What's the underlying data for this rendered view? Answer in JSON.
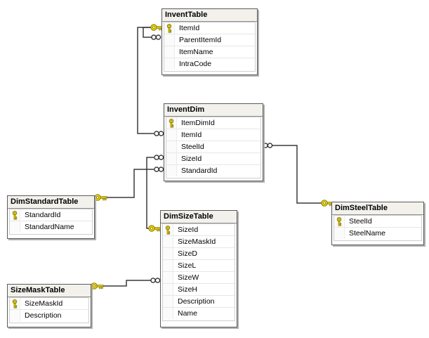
{
  "diagram": {
    "tables": [
      {
        "name": "InventTable",
        "fields": [
          {
            "name": "ItemId",
            "is_primary_key": true
          },
          {
            "name": "ParentItemId",
            "is_primary_key": false
          },
          {
            "name": "ItemName",
            "is_primary_key": false
          },
          {
            "name": "IntraCode",
            "is_primary_key": false
          }
        ]
      },
      {
        "name": "InventDim",
        "fields": [
          {
            "name": "ItemDimId",
            "is_primary_key": true
          },
          {
            "name": "ItemId",
            "is_primary_key": false
          },
          {
            "name": "SteelId",
            "is_primary_key": false
          },
          {
            "name": "SizeId",
            "is_primary_key": false
          },
          {
            "name": "StandardId",
            "is_primary_key": false
          }
        ]
      },
      {
        "name": "DimStandardTable",
        "fields": [
          {
            "name": "StandardId",
            "is_primary_key": true
          },
          {
            "name": "StandardName",
            "is_primary_key": false
          }
        ]
      },
      {
        "name": "DimSteelTable",
        "fields": [
          {
            "name": "SteelId",
            "is_primary_key": true
          },
          {
            "name": "SteelName",
            "is_primary_key": false
          }
        ]
      },
      {
        "name": "SizeMaskTable",
        "fields": [
          {
            "name": "SizeMaskId",
            "is_primary_key": true
          },
          {
            "name": "Description",
            "is_primary_key": false
          }
        ]
      },
      {
        "name": "DimSizeTable",
        "fields": [
          {
            "name": "SizeId",
            "is_primary_key": true
          },
          {
            "name": "SizeMaskId",
            "is_primary_key": false
          },
          {
            "name": "SizeD",
            "is_primary_key": false
          },
          {
            "name": "SizeL",
            "is_primary_key": false
          },
          {
            "name": "SizeW",
            "is_primary_key": false
          },
          {
            "name": "SizeH",
            "is_primary_key": false
          },
          {
            "name": "Description",
            "is_primary_key": false
          },
          {
            "name": "Name",
            "is_primary_key": false
          }
        ]
      }
    ],
    "relationships": [
      {
        "key_side": "InventTable.ItemId",
        "many_side": "InventTable.ParentItemId"
      },
      {
        "key_side": "InventTable.ItemId",
        "many_side": "InventDim.ItemId"
      },
      {
        "key_side": "DimSteelTable.SteelId",
        "many_side": "InventDim.SteelId"
      },
      {
        "key_side": "DimSizeTable.SizeId",
        "many_side": "InventDim.SizeId"
      },
      {
        "key_side": "DimStandardTable.StandardId",
        "many_side": "InventDim.StandardId"
      },
      {
        "key_side": "SizeMaskTable.SizeMaskId",
        "many_side": "DimSizeTable.SizeMaskId"
      }
    ],
    "colors": {
      "background": "#ffffff",
      "header_bg": "#f2f1ec",
      "table_border": "#5b5b5b",
      "relationship_line": "#3a3a3a",
      "key_icon": "#ead50f"
    }
  }
}
